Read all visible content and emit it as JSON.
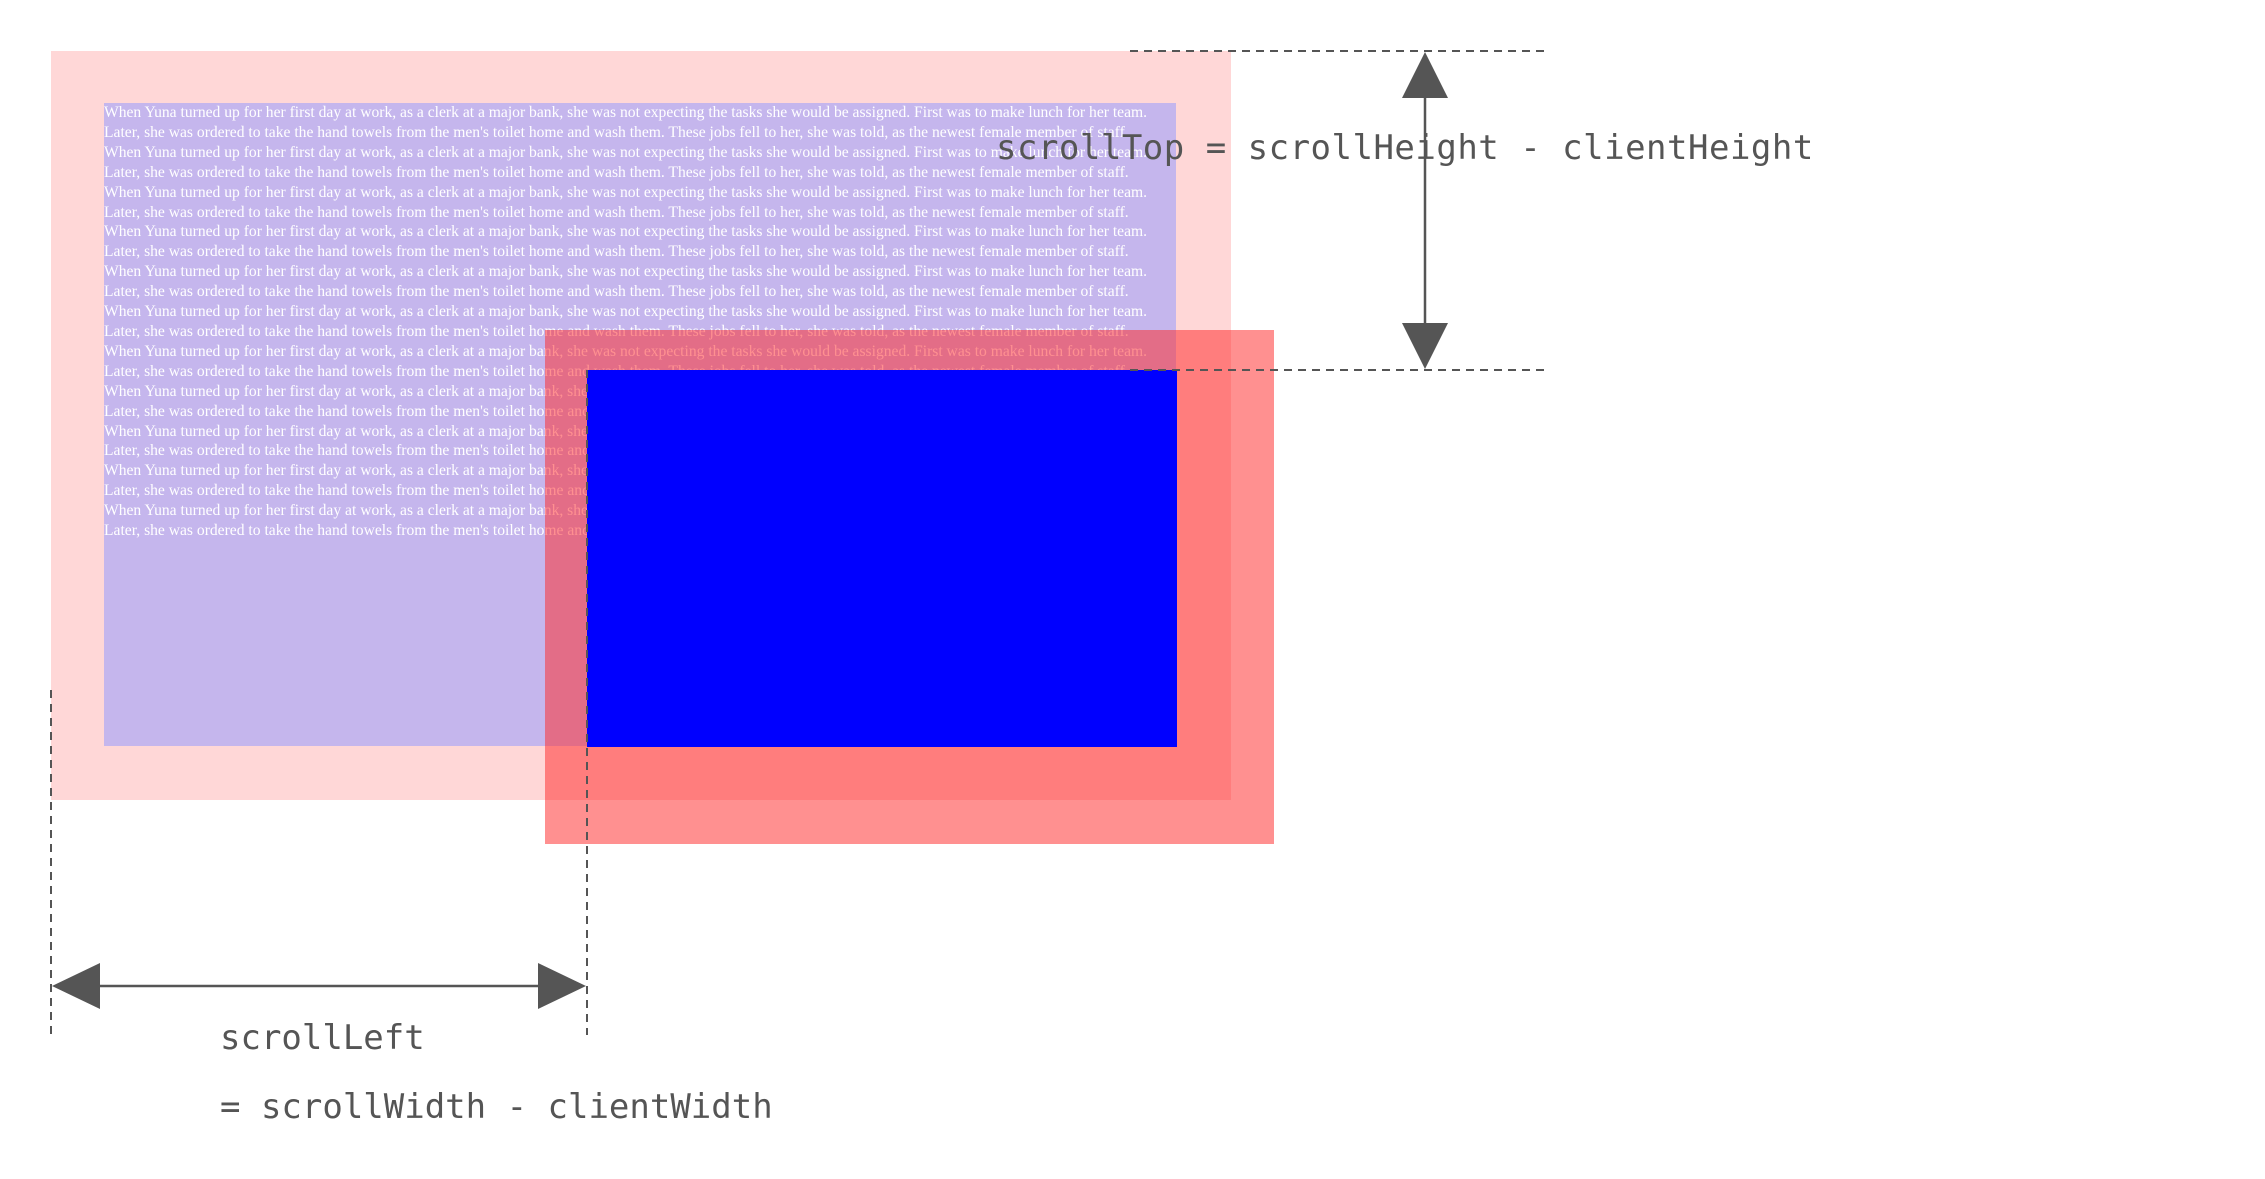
{
  "colors": {
    "content_outer": "#ffa0a0",
    "content_inner": "#969bff",
    "viewport_outer": "#ff2a2a",
    "viewport_inner": "#0000ff",
    "annotation": "#555555"
  },
  "paragraph": "When Yuna turned up for her first day at work, as a clerk at a major bank, she was not expecting the tasks she would be assigned. First was to make lunch for her team. Later, she was ordered to take the hand towels from the men's toilet home and wash them. These jobs fell to her, she was told, as the newest female member of staff.",
  "repeat_count": 11,
  "annotations": {
    "scroll_top": "scrollTop = scrollHeight - clientHeight",
    "scroll_left_line1": "scrollLeft",
    "scroll_left_line2": "= scrollWidth - clientWidth"
  }
}
